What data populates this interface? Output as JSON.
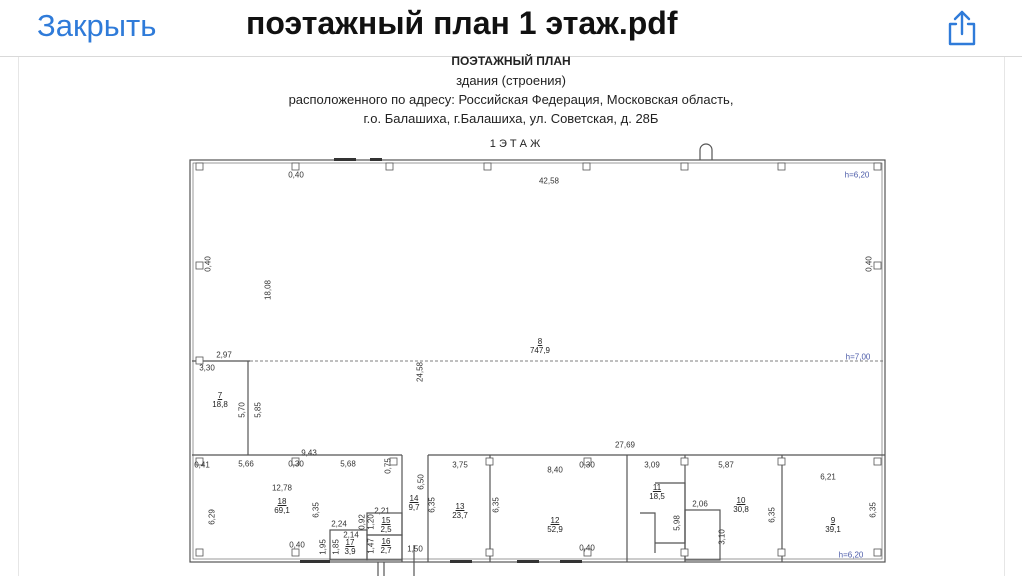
{
  "topbar": {
    "close_label": "Закрыть",
    "title": "поэтажный план 1 этаж.pdf",
    "share_icon": "share-icon",
    "accent": "#2f7bd9"
  },
  "document": {
    "heading": "ПОЭТАЖНЫЙ ПЛАН",
    "subheading": "здания (строения)",
    "address_line1": "расположенного по адресу: Российская Федерация, Московская область,",
    "address_line2": "г.о. Балашиха, г.Балашиха, ул. Советская, д. 28Б",
    "floor_label": "1  Э Т А Ж"
  },
  "plan": {
    "dims": [
      "0,40",
      "42,58",
      "h=6,20",
      "0,40",
      "18,08",
      "0,40",
      "2,97",
      "h=7,00",
      "3,30",
      "24,58",
      "5,70",
      "5,85",
      "9,43",
      "27,69",
      "0,41",
      "5,66",
      "0,30",
      "5,68",
      "0,75",
      "6,50",
      "12,78",
      "6,35",
      "6,29",
      "2,21",
      "0,92",
      "2,24",
      "1,20",
      "2,14",
      "1,95",
      "1,85",
      "1,47",
      "0,40",
      "1,50",
      "6,35",
      "3,75",
      "6,35",
      "8,40",
      "0,30",
      "0,40",
      "3,09",
      "5,98",
      "2,06",
      "3,10",
      "5,87",
      "6,35",
      "6,21",
      "6,35",
      "h=6,20"
    ],
    "rooms": [
      {
        "number": "8",
        "area": "747,9"
      },
      {
        "number": "7",
        "area": "18,8"
      },
      {
        "number": "18",
        "area": "69,1"
      },
      {
        "number": "15",
        "area": "2,5"
      },
      {
        "number": "17",
        "area": "3,9"
      },
      {
        "number": "16",
        "area": "2,7"
      },
      {
        "number": "14",
        "area": "9,7"
      },
      {
        "number": "13",
        "area": "23,7"
      },
      {
        "number": "12",
        "area": "52,9"
      },
      {
        "number": "11",
        "area": "18,5"
      },
      {
        "number": "10",
        "area": "30,8"
      },
      {
        "number": "9",
        "area": "39,1"
      }
    ]
  }
}
